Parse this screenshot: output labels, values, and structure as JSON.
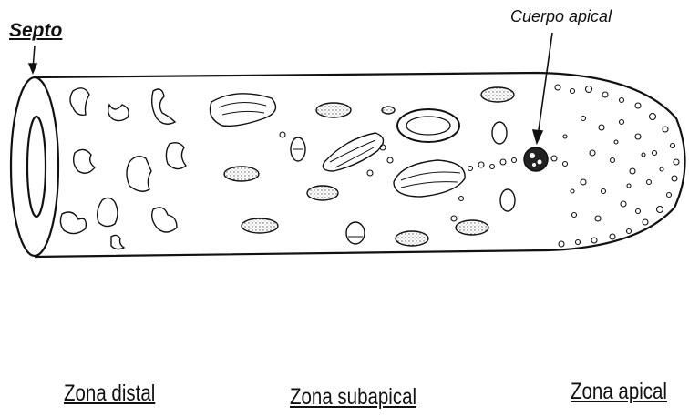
{
  "labels": {
    "septo": "Septo",
    "cuerpo_apical": "Cuerpo apical",
    "zona_distal": "Zona distal",
    "zona_subapical": "Zona subapical",
    "zona_apical": "Zona apical"
  },
  "colors": {
    "ink": "#111111",
    "background": "#ffffff"
  }
}
